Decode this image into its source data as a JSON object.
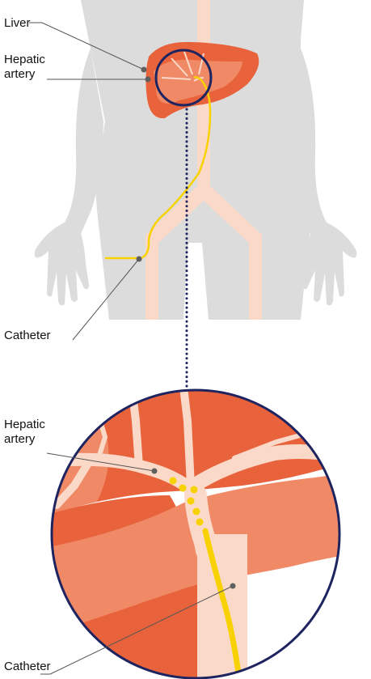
{
  "labels": {
    "liver": "Liver",
    "hepatic_artery_top": "Hepatic\nartery",
    "catheter_top": "Catheter",
    "hepatic_artery_bottom": "Hepatic\nartery",
    "catheter_bottom": "Catheter"
  },
  "colors": {
    "body_silhouette": "#dcdcdc",
    "liver_dark": "#e8633c",
    "liver_light": "#f08a66",
    "vessel": "#fbd9c8",
    "catheter": "#f8d200",
    "circle_outline": "#1e2460",
    "leader_line": "#555555",
    "pointer_dot": "#5f5f5f"
  },
  "icons": {
    "beads": "yellow-circle-icon",
    "pointer": "grey-dot-icon"
  }
}
